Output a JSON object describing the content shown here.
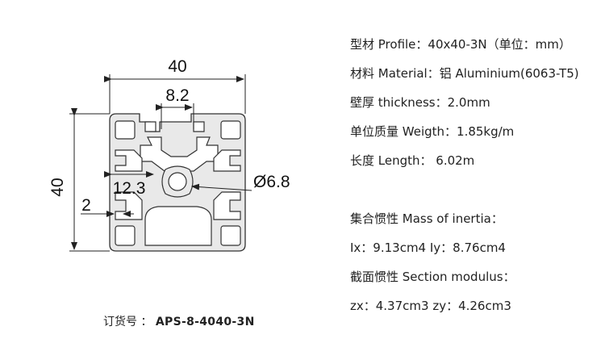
{
  "drawing": {
    "dim_width": "40",
    "dim_height": "40",
    "dim_slot": "8.2",
    "dim_inner": "12.3",
    "dim_wall": "2",
    "dim_hole": "Ø6.8"
  },
  "order": {
    "label": "订货号 ：",
    "code": "APS-8-4040-3N"
  },
  "specs": [
    "型材 Profile：40x40-3N（单位：mm）",
    "材料 Material：铝 Aluminium(6063-T5)",
    "壁厚 thickness：2.0mm",
    "单位质量 Weigth：1.85kg/m",
    "长度 Length： 6.02m",
    "集合惯性 Mass of inertia：",
    "Ix：9.13cm4   Iy：8.76cm4",
    "截面惯性 Section modulus：",
    "zx：4.37cm3  zy：4.26cm3"
  ],
  "colors": {
    "profile_fill": "#e9e9e9",
    "profile_stroke": "#333333",
    "dimension_line": "#222222"
  }
}
